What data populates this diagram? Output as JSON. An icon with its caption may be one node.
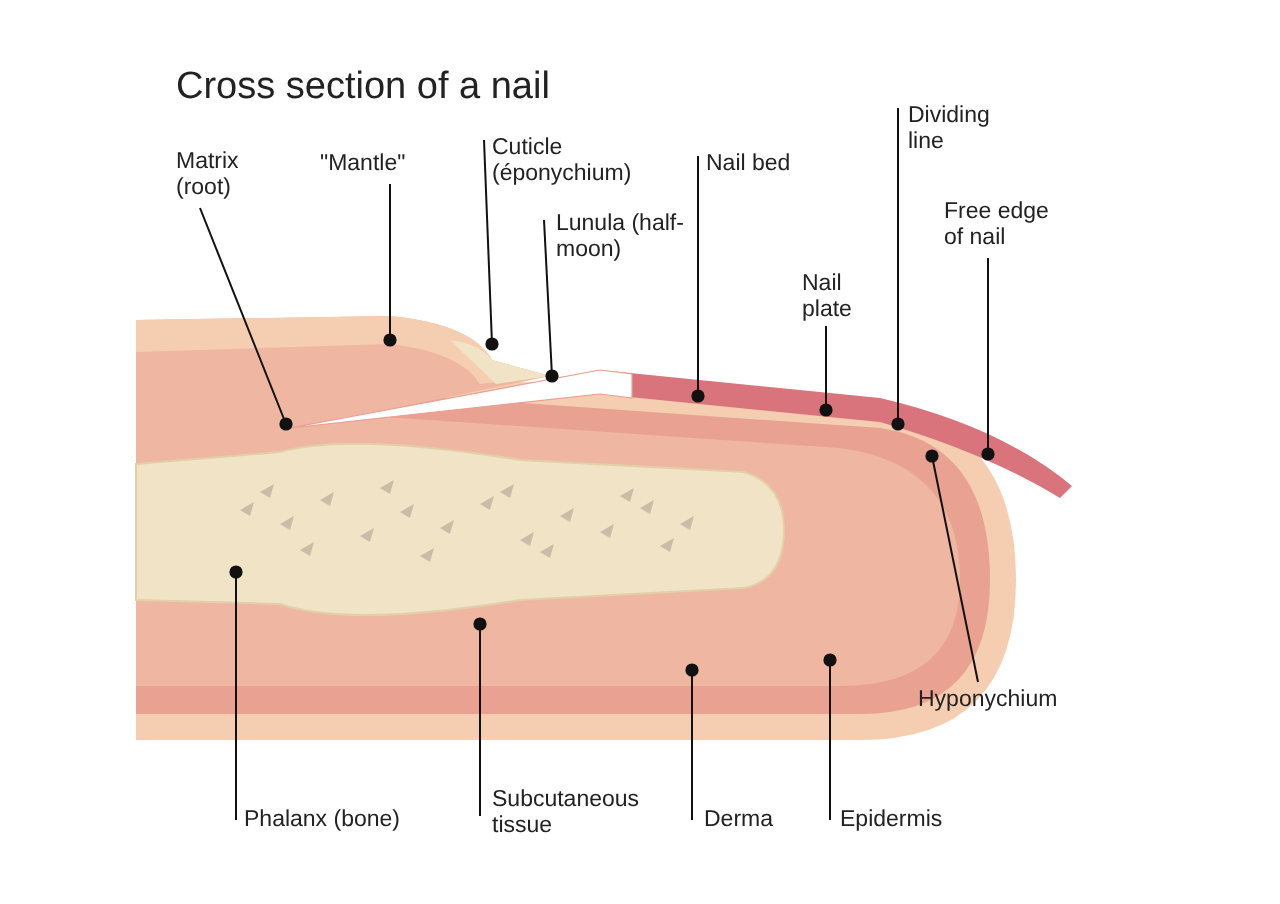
{
  "diagram": {
    "title": "Cross section of a nail",
    "nodes": [
      {
        "text": [
          "Matrix (root)"
        ]
      },
      {
        "text": [
          "\"Mantle\""
        ]
      },
      {
        "text": [
          "Cuticle (éponychium)"
        ]
      },
      {
        "text": [
          "Lunula (half-moon)"
        ]
      },
      {
        "text": [
          "Nail bed"
        ]
      },
      {
        "text": [
          "Nail plate"
        ]
      },
      {
        "text": [
          "Dividing line"
        ]
      },
      {
        "text": [
          "Free edge of nail"
        ]
      },
      {
        "text": [
          "Hyponychium"
        ]
      },
      {
        "text": [
          "Phalanx (bone)"
        ]
      },
      {
        "text": [
          "Subcutaneous tissue"
        ]
      },
      {
        "text": [
          "Derma"
        ]
      },
      {
        "text": [
          "Epidermis"
        ]
      }
    ],
    "edges": [
      {
        "from": 0,
        "to": null,
        "arrow": "other"
      },
      {
        "from": 1,
        "to": null,
        "arrow": "other"
      },
      {
        "from": 2,
        "to": null,
        "arrow": "other"
      },
      {
        "from": 3,
        "to": null,
        "arrow": "other"
      },
      {
        "from": 4,
        "to": null,
        "arrow": "other"
      },
      {
        "from": 5,
        "to": null,
        "arrow": "other"
      },
      {
        "from": 6,
        "to": null,
        "arrow": "other"
      },
      {
        "from": 7,
        "to": null,
        "arrow": "other"
      },
      {
        "from": 8,
        "to": null,
        "arrow": "other"
      },
      {
        "from": 9,
        "to": null,
        "arrow": "other"
      },
      {
        "from": 10,
        "to": null,
        "arrow": "other"
      },
      {
        "from": 11,
        "to": null,
        "arrow": "other"
      },
      {
        "from": 12,
        "to": null,
        "arrow": "other"
      }
    ]
  }
}
